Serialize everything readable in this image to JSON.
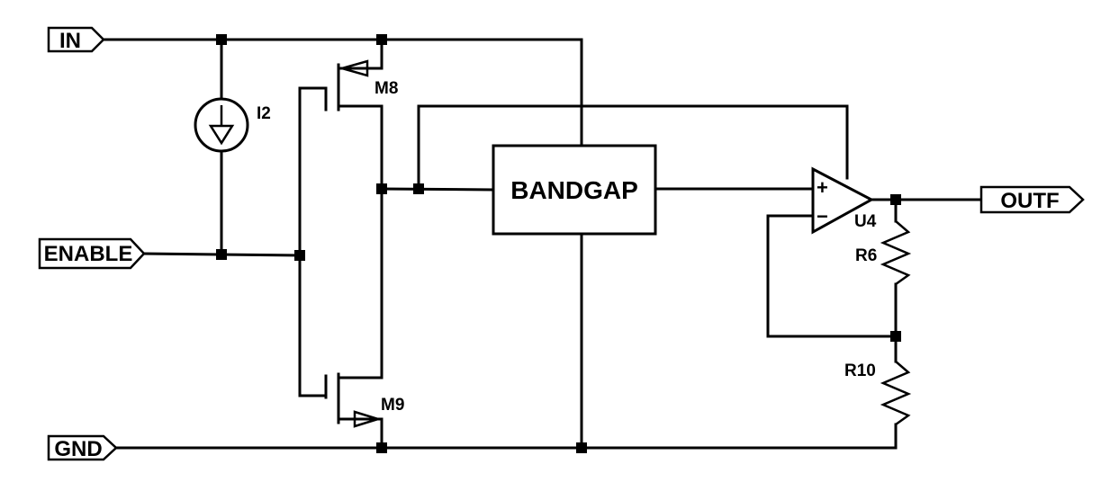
{
  "ports": {
    "in": "IN",
    "enable": "ENABLE",
    "gnd": "GND",
    "outf": "OUTF"
  },
  "components": {
    "current_source": "I2",
    "pmos": "M8",
    "nmos": "M9",
    "block": "BANDGAP",
    "opamp": "U4",
    "opamp_plus": "+",
    "opamp_minus": "−",
    "resistor_top": "R6",
    "resistor_bottom": "R10"
  }
}
